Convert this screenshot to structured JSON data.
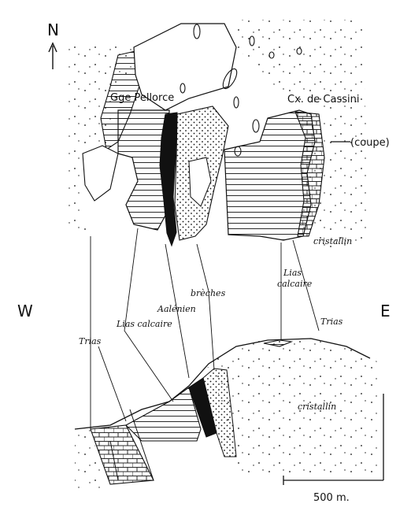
{
  "labels": {
    "north": "N",
    "west": "W",
    "east": "E",
    "gorge_pellorce": "Gge Pellorce",
    "col_cassini": "Cx. de Cassini",
    "coupe": "(coupe)",
    "cristallin_top": "cristallin",
    "breches": "brèches",
    "aalenien": "Aalénien",
    "lias_calcaire_left": "Lias calcaire",
    "lias_calcaire_right_1": "Lias",
    "lias_calcaire_right_2": "calcaire",
    "trias_left": "Trias",
    "trias_right": "Trias",
    "cristallin_bottom": "cristallin",
    "scale": "500 m."
  },
  "colors": {
    "ink": "#111111",
    "paper": "#ffffff"
  }
}
